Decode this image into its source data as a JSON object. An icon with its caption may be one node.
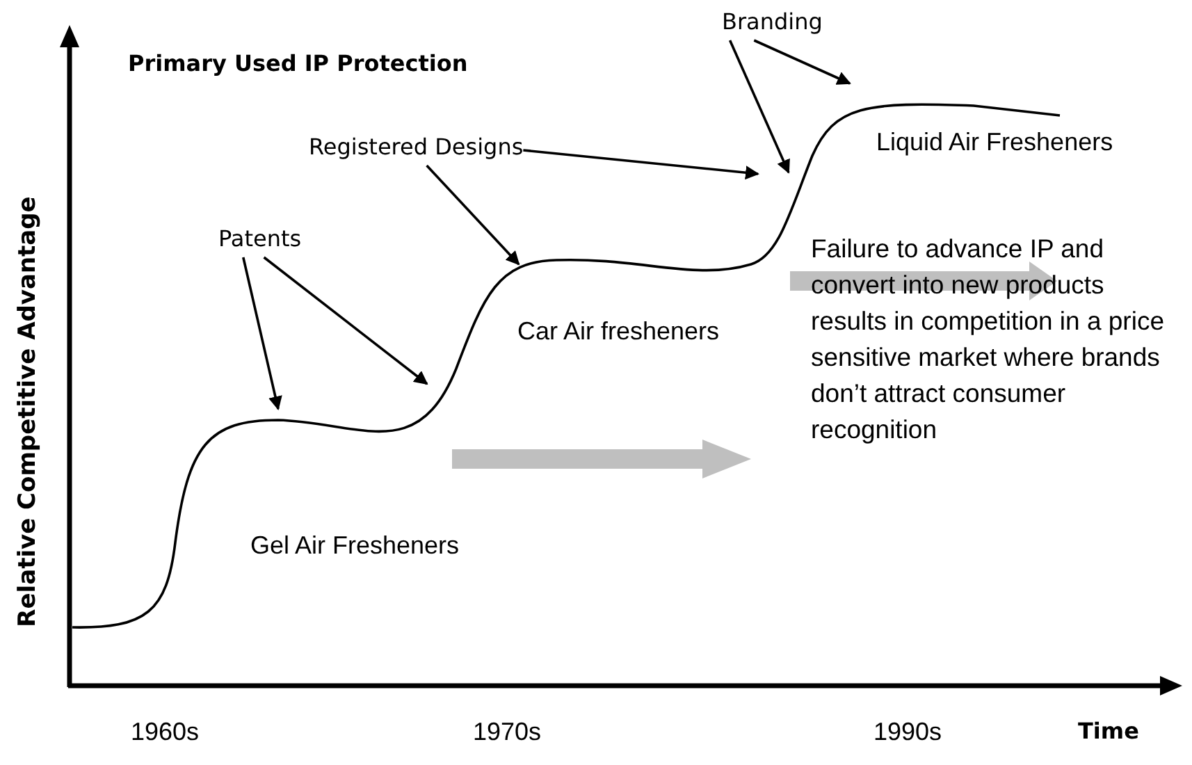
{
  "diagram": {
    "title": "Primary Used IP Protection",
    "nodes": [
      {
        "text": [
          "Patents"
        ]
      },
      {
        "text": [
          "Registered Designs"
        ]
      },
      {
        "text": [
          "Branding"
        ]
      }
    ],
    "edges": [
      {
        "from": 0,
        "to": null,
        "arrow": "to"
      },
      {
        "from": 0,
        "to": null,
        "arrow": "to"
      },
      {
        "from": 1,
        "to": null,
        "arrow": "to"
      },
      {
        "from": 1,
        "to": null,
        "arrow": "to"
      },
      {
        "from": 2,
        "to": null,
        "arrow": "to"
      },
      {
        "from": 2,
        "to": null,
        "arrow": "to"
      }
    ],
    "labels": [
      "Relative Competitive Advantage",
      "Liquid Air Fresheners",
      "Car Air fresheners",
      "Failure to advance IP and convert into new products results in competition in a price sensitive market where brands don’t attract consumer recognition",
      "Gel Air Fresheners",
      "1960s",
      "1970s",
      "1990s",
      "Time"
    ]
  }
}
